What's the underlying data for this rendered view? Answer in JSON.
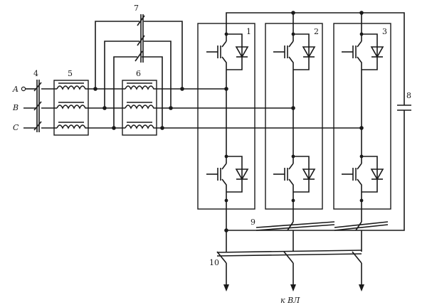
{
  "phase_labels": {
    "a": "A",
    "b": "B",
    "c": "C"
  },
  "numbers": {
    "n1": "1",
    "n2": "2",
    "n3": "3",
    "n4": "4",
    "n5": "5",
    "n6": "6",
    "n7": "7",
    "n8": "8",
    "n9": "9",
    "n10": "10"
  },
  "output_label": "к ВЛ"
}
